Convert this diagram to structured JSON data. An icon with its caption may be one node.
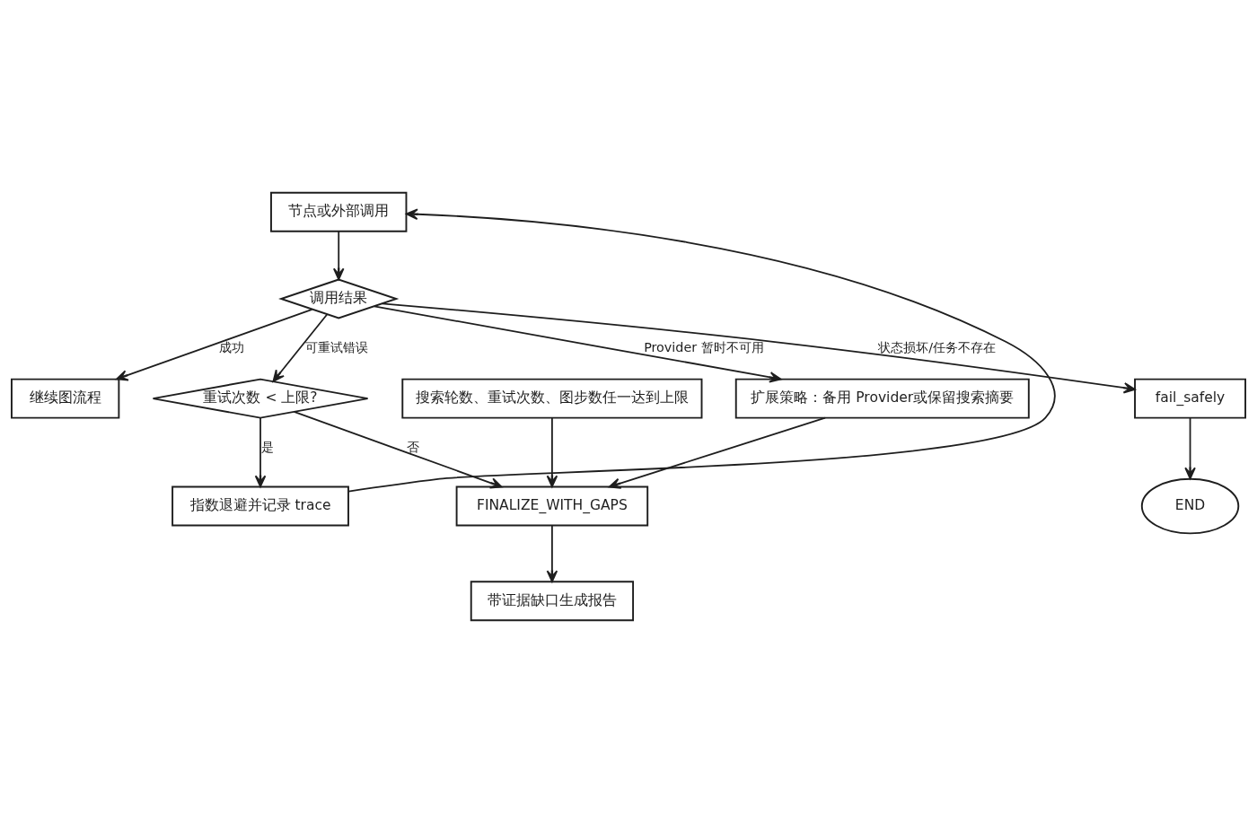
{
  "diagram": {
    "nodes": [
      {
        "text": [
          "节点或外部调用"
        ]
      },
      {
        "text": [
          "调用结果"
        ]
      },
      {
        "text": [
          "继续图流程"
        ]
      },
      {
        "text": [
          "重试次数 < 上限?"
        ]
      },
      {
        "text": [
          "指数退避并记录 trace"
        ]
      },
      {
        "text": [
          "扩展策略：备用 Provider或保留搜索摘要"
        ]
      },
      {
        "text": [
          "搜索轮数、重试次数、图步数任一达到上限"
        ]
      },
      {
        "text": [
          "fail_safely"
        ]
      },
      {
        "text": [
          "FINALIZE_WITH_GAPS"
        ]
      },
      {
        "text": [
          "带证据缺口生成报告"
        ]
      },
      {
        "text": [
          "END"
        ]
      }
    ],
    "edges": [
      {
        "from": 0,
        "to": 1,
        "arrow": "to"
      },
      {
        "from": 1,
        "to": 2,
        "arrow": "to",
        "label": "成功"
      },
      {
        "from": 1,
        "to": 3,
        "arrow": "to",
        "label": "可重试错误"
      },
      {
        "from": 1,
        "to": 5,
        "arrow": "to",
        "label": "Provider 暂时不可用"
      },
      {
        "from": 1,
        "to": 7,
        "arrow": "to",
        "label": "状态损坏/任务不存在"
      },
      {
        "from": 3,
        "to": 4,
        "arrow": "to",
        "label": "是"
      },
      {
        "from": 3,
        "to": 8,
        "arrow": "to",
        "label": "否"
      },
      {
        "from": 4,
        "to": 0,
        "arrow": "to"
      },
      {
        "from": 5,
        "to": 8,
        "arrow": "to"
      },
      {
        "from": 6,
        "to": 8,
        "arrow": "to"
      },
      {
        "from": 7,
        "to": 10,
        "arrow": "to"
      },
      {
        "from": 8,
        "to": 9,
        "arrow": "to"
      }
    ]
  }
}
